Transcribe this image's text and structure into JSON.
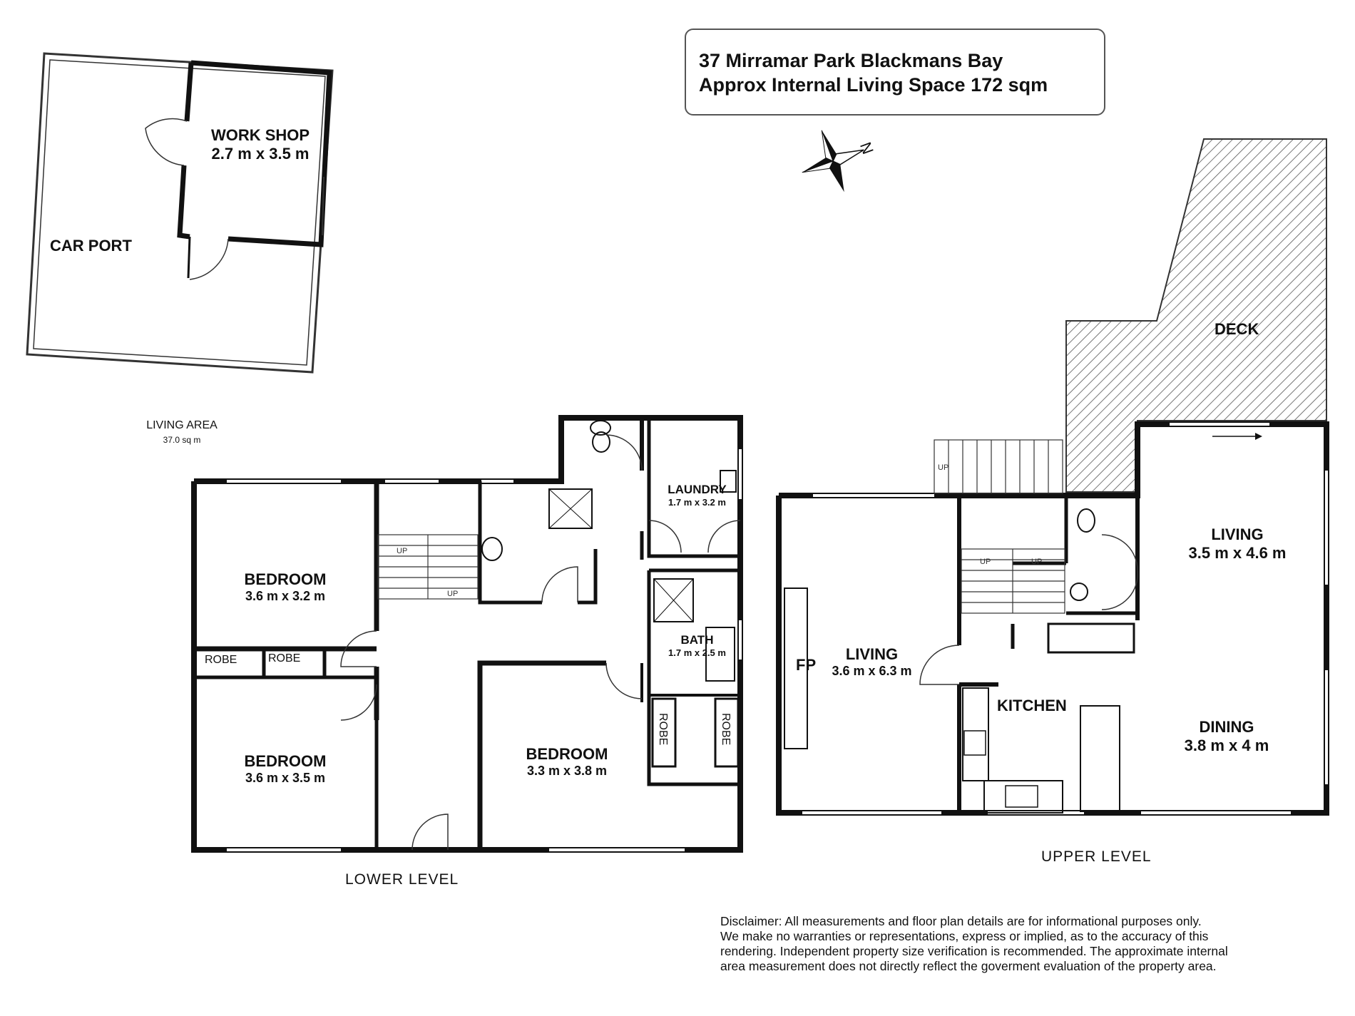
{
  "title": {
    "address": "37 Mirramar Park Blackmans Bay",
    "area": "Approx Internal Living Space 172 sqm"
  },
  "compass": {
    "letter": "N"
  },
  "outbuilding": {
    "workshop": {
      "name": "WORK SHOP",
      "dims": "2.7 m x 3.5 m"
    },
    "carport": {
      "name": "CAR PORT"
    }
  },
  "living_area": {
    "label": "LIVING AREA",
    "value": "37.0 sq m"
  },
  "lower_level": {
    "label": "LOWER LEVEL",
    "bedroom1": {
      "name": "BEDROOM",
      "dims": "3.6 m x 3.2 m"
    },
    "bedroom2": {
      "name": "BEDROOM",
      "dims": "3.6 m x 3.5 m"
    },
    "bedroom3": {
      "name": "BEDROOM",
      "dims": "3.3 m x 3.8 m"
    },
    "robe": "ROBE",
    "laundry": {
      "name": "LAUNDRY",
      "dims": "1.7 m x 3.2 m"
    },
    "bath": {
      "name": "BATH",
      "dims": "1.7 m x 2.5 m"
    },
    "stair_up": "UP"
  },
  "upper_level": {
    "label": "UPPER LEVEL",
    "deck": {
      "name": "DECK"
    },
    "living1": {
      "name": "LIVING",
      "dims": "3.6 m x 6.3 m"
    },
    "fireplace": "FP",
    "living2": {
      "name": "LIVING",
      "dims": "3.5 m x 4.6 m"
    },
    "kitchen": {
      "name": "KITCHEN"
    },
    "dining": {
      "name": "DINING",
      "dims": "3.8 m x 4 m"
    },
    "stair_up": "UP"
  },
  "disclaimer": {
    "line1": "Disclaimer: All measurements and floor plan details are for informational purposes only.",
    "line2": " We  make no warranties or representations, express or implied, as to the accuracy of this",
    "line3": "rendering. Independent property size verification is recommended. The approximate internal",
    "line4": "area measurement does not directly reflect the goverment evaluation of the property area."
  },
  "colors": {
    "wall": "#111111",
    "line": "#333333",
    "hatch": "#555555"
  }
}
